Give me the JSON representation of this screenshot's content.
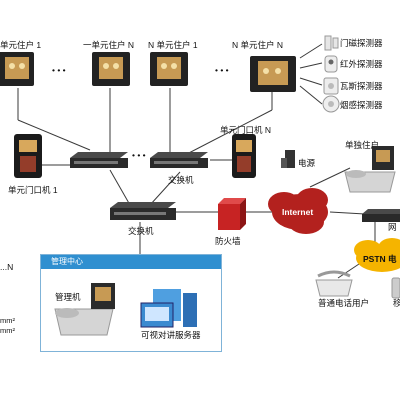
{
  "labels": {
    "unit_resident_1": "单元住户 1",
    "unit_one_resident_n": "一单元住户 N",
    "unit_n_resident_1": "N 单元住户 1",
    "unit_n_resident_n": "N 单元住户 N",
    "door_magnet_detector": "门磁探测器",
    "infrared_detector": "红外探测器",
    "gas_detector": "瓦斯探测器",
    "smoke_detector": "烟感探测器",
    "unit_door_machine_1": "单元门口机 1",
    "unit_door_machine_n": "单元门口机 N",
    "power_supply": "电源",
    "switch_upper": "交换机",
    "switch_lower": "交换机",
    "single_resident": "单独住户",
    "internet": "Internet",
    "firewall": "防火墙",
    "gateway_partial": "网",
    "management_center": "管理中心",
    "management_machine": "管理机",
    "video_intercom_server": "可视对讲服务器",
    "pstn_partial": "PSTN 电",
    "ordinary_phone_user": "普通电话用户",
    "right_partial": "移",
    "left_n_partial": "...N",
    "mm2_1": "mm²",
    "mm2_2": "mm²",
    "ellipsis_1": "• • •",
    "ellipsis_2": "• • •",
    "ellipsis_3": "• • •"
  },
  "colors": {
    "line": "#3a3a3a",
    "internet_cloud": "#b3211e",
    "pstn_cloud": "#f5b400",
    "accent_blue": "#2f8fd0"
  }
}
